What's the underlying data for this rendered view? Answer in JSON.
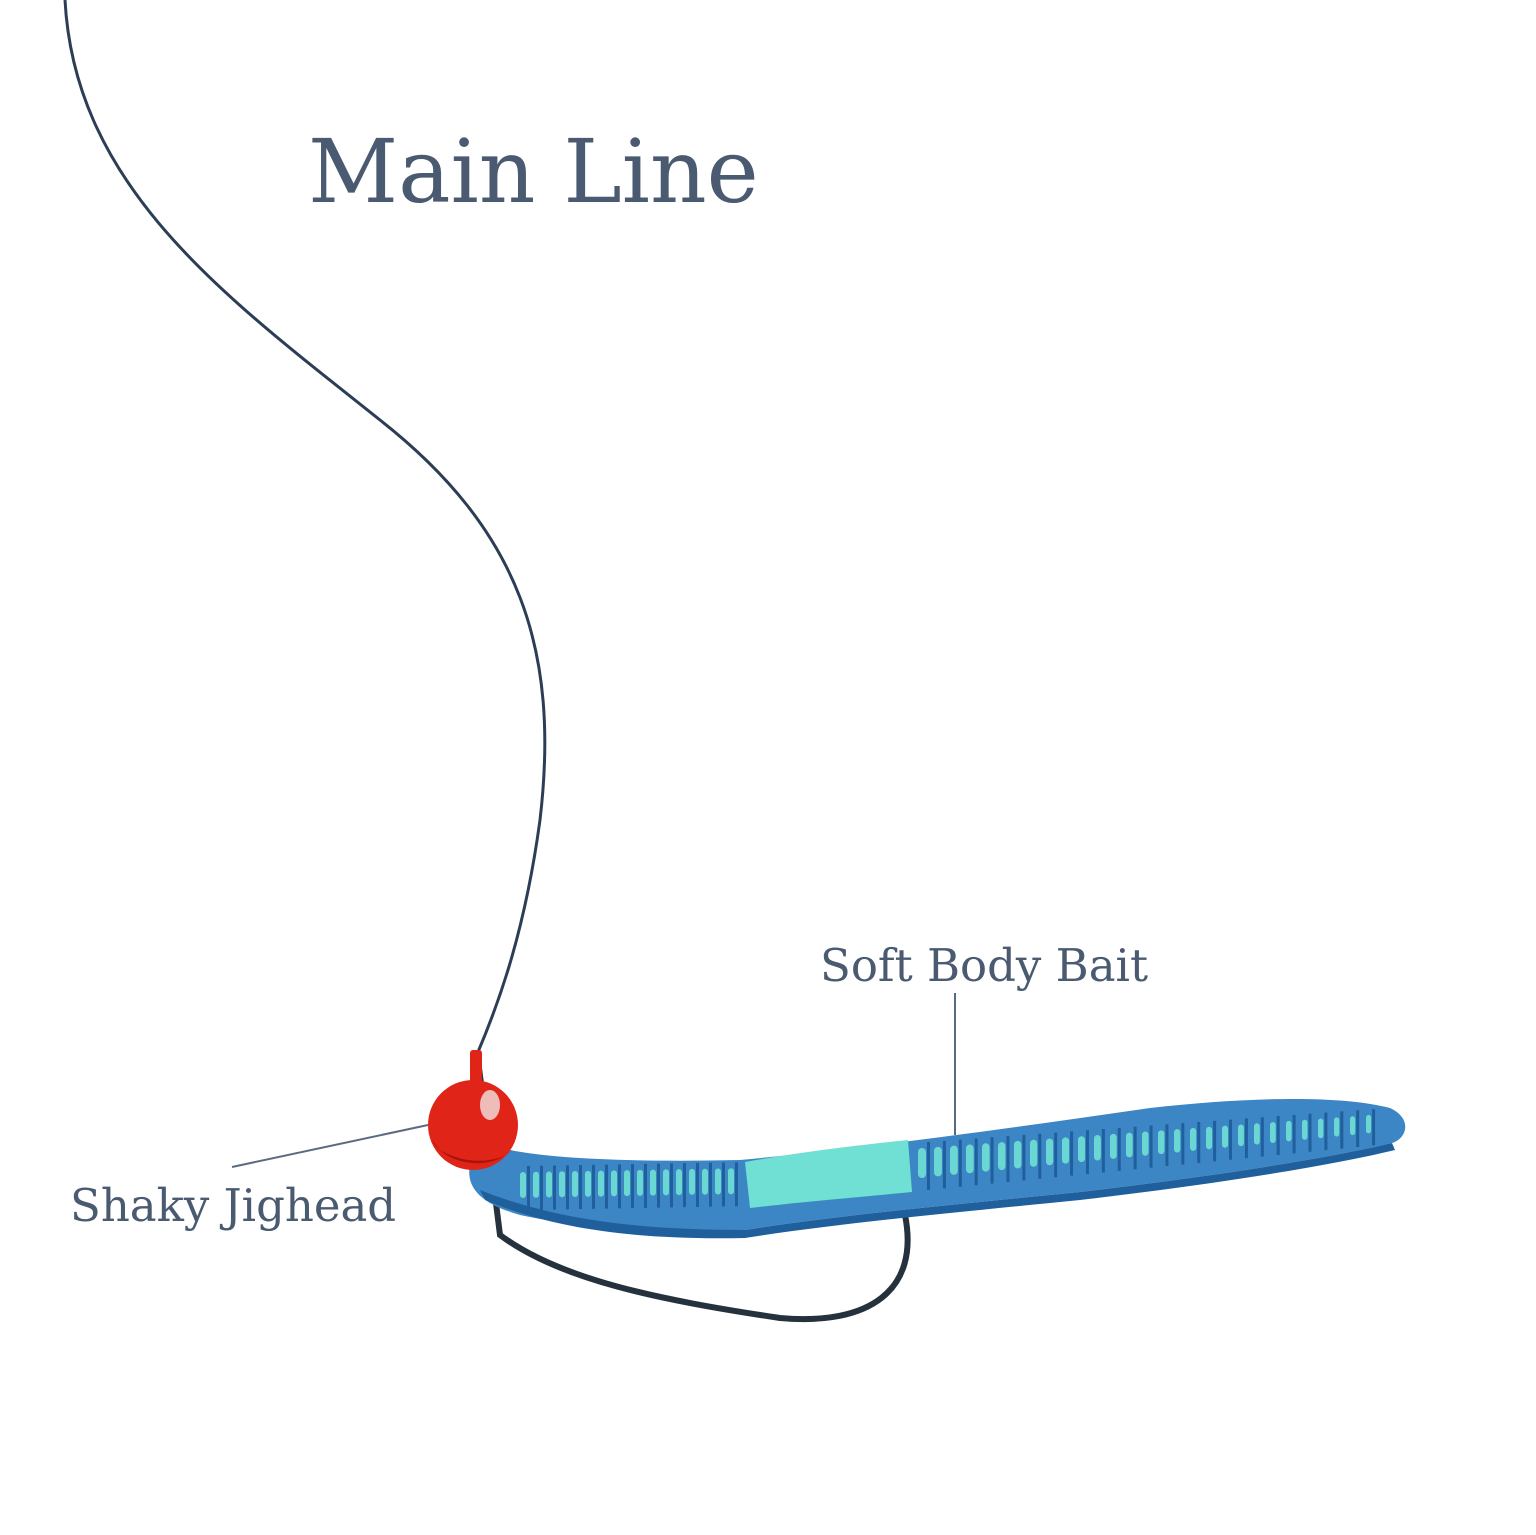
{
  "labels": {
    "main_line": "Main Line",
    "soft_body_bait": "Soft Body Bait",
    "shaky_jighead": "Shaky Jighead"
  },
  "colors": {
    "label_text": "#4a5a70",
    "line": "#2c3e55",
    "jighead": "#e02418",
    "jighead_dark": "#a8130c",
    "bait_body": "#3d86c6",
    "bait_dark": "#1f5f9c",
    "bait_highlight": "#6fe0d3",
    "hook": "#25313d"
  },
  "icons": {
    "jighead": "red-ball-jighead-icon",
    "bait": "blue-worm-bait-icon",
    "hook": "hook-icon"
  }
}
